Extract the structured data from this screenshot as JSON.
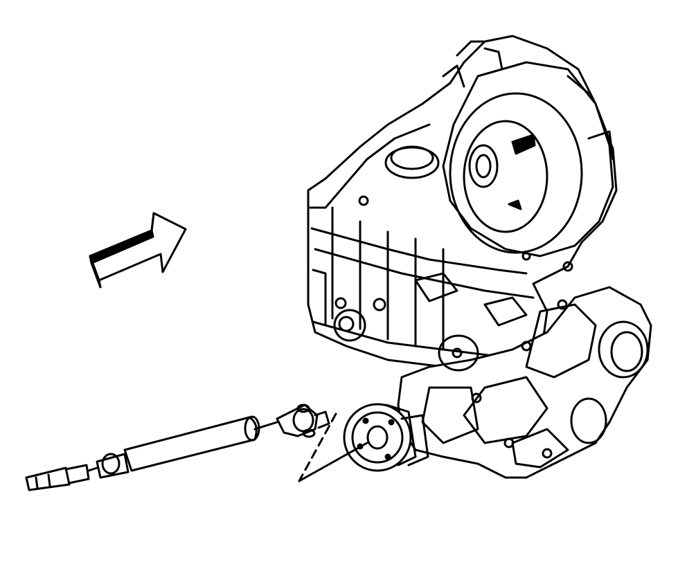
{
  "diagram": {
    "labels": [],
    "colors": {
      "ink": "#000000",
      "paper": "#ffffff"
    },
    "parts": [
      "direction-arrow-icon",
      "transaxle-housing",
      "torque-converter-bell-housing",
      "transfer-case",
      "output-flange",
      "propeller-shaft",
      "universal-joint",
      "slip-yoke"
    ]
  }
}
